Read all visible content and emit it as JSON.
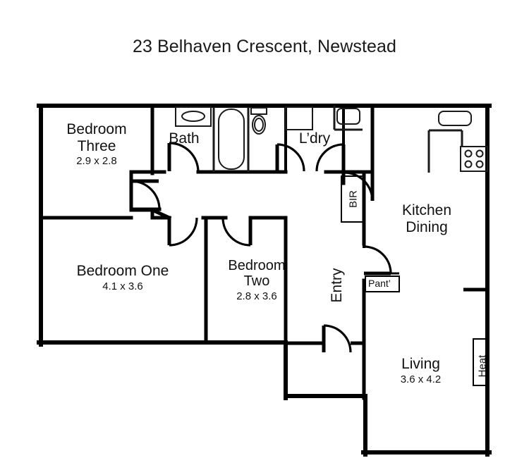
{
  "title": "23 Belhaven Crescent, Newstead",
  "document_type": "floor-plan",
  "colors": {
    "background": "#ffffff",
    "wall": "#000000",
    "fixture_outline": "#1a1a1a",
    "text": "#111111"
  },
  "rooms": [
    {
      "id": "bedroom-three",
      "name_line1": "Bedroom",
      "name_line2": "Three",
      "dimensions": "2.9 x 2.8"
    },
    {
      "id": "bath",
      "name_line1": "Bath",
      "name_line2": "",
      "dimensions": ""
    },
    {
      "id": "laundry",
      "name_line1": "L’dry",
      "name_line2": "",
      "dimensions": ""
    },
    {
      "id": "kitchen-dining",
      "name_line1": "Kitchen",
      "name_line2": "Dining",
      "dimensions": ""
    },
    {
      "id": "bedroom-one",
      "name_line1": "Bedroom One",
      "name_line2": "",
      "dimensions": "4.1 x 3.6"
    },
    {
      "id": "bedroom-two",
      "name_line1": "Bedroom",
      "name_line2": "Two",
      "dimensions": "2.8 x 3.6"
    },
    {
      "id": "living",
      "name_line1": "Living",
      "name_line2": "",
      "dimensions": "3.6 x 4.2"
    }
  ],
  "vertical_labels": [
    {
      "id": "bir",
      "text": "BIR"
    },
    {
      "id": "entry",
      "text": "Entry"
    },
    {
      "id": "heat",
      "text": "Heat"
    }
  ],
  "boxed_labels": [
    {
      "id": "pantry",
      "text": "Pant’"
    }
  ],
  "fixtures": [
    {
      "id": "vanity-basin",
      "room": "bath",
      "type": "basin"
    },
    {
      "id": "bathtub",
      "room": "bath",
      "type": "bathtub"
    },
    {
      "id": "toilet",
      "room": "bath",
      "type": "toilet"
    },
    {
      "id": "laundry-cabinet",
      "room": "laundry",
      "type": "cabinet"
    },
    {
      "id": "laundry-trough",
      "room": "laundry",
      "type": "trough"
    },
    {
      "id": "kitchen-sink",
      "room": "kitchen-dining",
      "type": "sink"
    },
    {
      "id": "cooktop",
      "room": "kitchen-dining",
      "type": "cooktop-4-burner"
    },
    {
      "id": "heater",
      "room": "living",
      "type": "heater"
    }
  ]
}
